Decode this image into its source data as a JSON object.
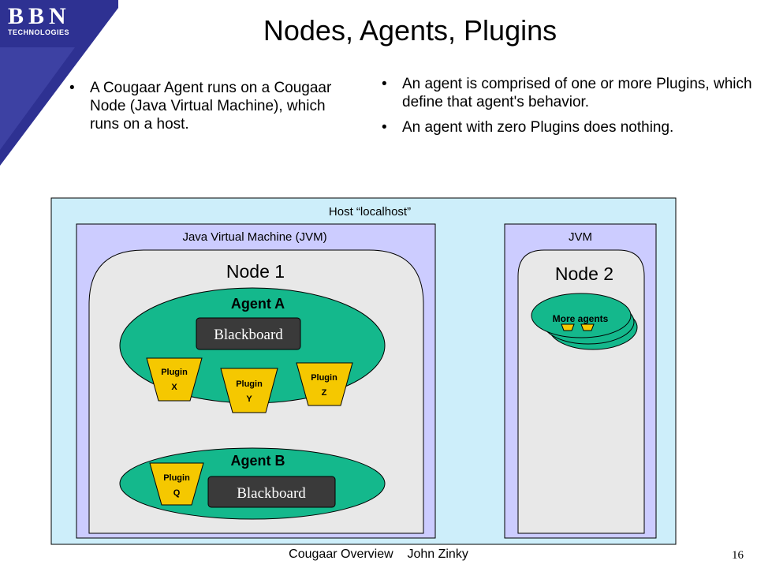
{
  "logo": {
    "name": "BBN",
    "sub": "TECHNOLOGIES"
  },
  "slide": {
    "title": "Nodes, Agents, Plugins",
    "bullets_left": [
      "A Cougaar Agent runs on a Cougaar Node (Java Virtual Machine), which runs on a host."
    ],
    "bullets_right": [
      "An agent is comprised of one or more Plugins, which define that agent's behavior.",
      "An agent with zero Plugins does nothing."
    ]
  },
  "diagram": {
    "host_label": "Host “localhost”",
    "jvm1_label": "Java Virtual Machine (JVM)",
    "jvm2_label": "JVM",
    "node1_label": "Node 1",
    "node2_label": "Node 2",
    "agent_a": {
      "label": "Agent A",
      "blackboard": "Blackboard",
      "plugins": [
        {
          "line1": "Plugin",
          "line2": "X"
        },
        {
          "line1": "Plugin",
          "line2": "Y"
        },
        {
          "line1": "Plugin",
          "line2": "Z"
        }
      ]
    },
    "agent_b": {
      "label": "Agent B",
      "blackboard": "Blackboard",
      "plugins": [
        {
          "line1": "Plugin",
          "line2": "Q"
        }
      ]
    },
    "more_agents": "More agents",
    "colors": {
      "host_fill": "#cdeefa",
      "jvm_fill": "#ccccff",
      "node_fill": "#e8e8e8",
      "agent_fill": "#14b88c",
      "plugin_fill": "#f5c800",
      "blackboard_fill": "#3a3a3a",
      "logo_fill": "#2e3192"
    }
  },
  "footer": {
    "text": "Cougaar Overview    John Zinky",
    "page": "16"
  }
}
